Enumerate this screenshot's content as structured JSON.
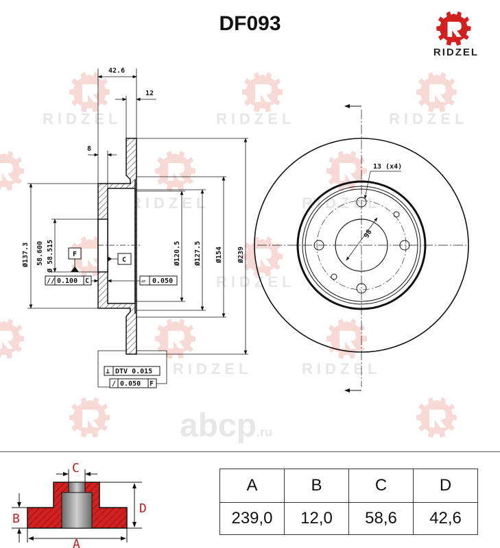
{
  "header": {
    "title": "DF093",
    "brand": "RIDZEL"
  },
  "watermark": {
    "text": "RIDZEL",
    "site": "abcp",
    "site_tld": ".ru"
  },
  "side_view": {
    "dims": {
      "overall_height": "42.6",
      "disc_thickness": "12",
      "flange_thickness": "8",
      "d_hub": "Ø137.3",
      "d_bore_max": "58.600",
      "d_bore_min": "Ø 58.515",
      "d_120": "Ø120.5",
      "d_127": "Ø127.5",
      "d_154": "Ø154",
      "d_239": "Ø239"
    },
    "datum_f": "F",
    "datum_c": "C",
    "tol_parallel": {
      "symbol": "//",
      "value": "0.100",
      "ref": "C"
    },
    "tol_flat": {
      "symbol": "▱",
      "value": "0.050"
    },
    "tol_dtv": {
      "symbol": "⊥",
      "value": "DTV 0.015"
    },
    "tol_runout": {
      "symbol": "/",
      "value": "0.050",
      "ref": "F"
    }
  },
  "front_view": {
    "bolt_holes": "13 (x4)",
    "pcd": "98"
  },
  "legend": {
    "a": "A",
    "b": "B",
    "c": "C",
    "d": "D"
  },
  "spec_table": {
    "headers": [
      "A",
      "B",
      "C",
      "D"
    ],
    "values": [
      "239,0",
      "12,0",
      "58,6",
      "42,6"
    ]
  },
  "colors": {
    "accent": "#d0201f",
    "watermark": "#f7d9d6"
  }
}
